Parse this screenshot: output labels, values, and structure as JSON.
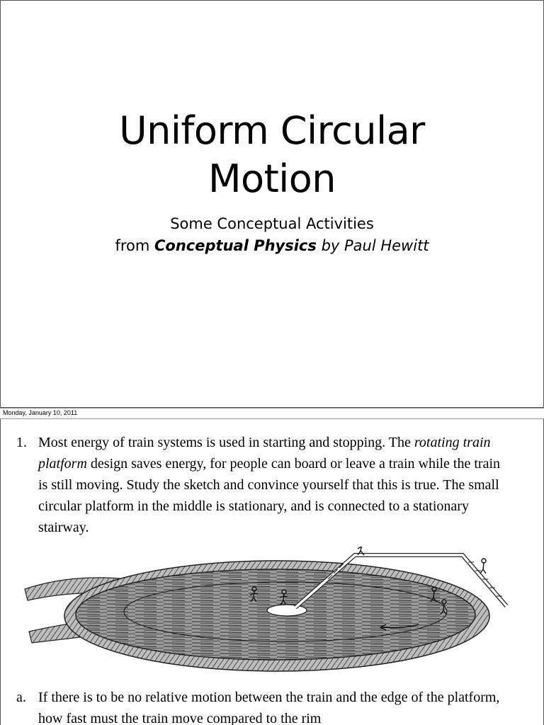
{
  "slide1": {
    "title_line1": "Uniform Circular",
    "title_line2": "Motion",
    "subtitle_line1": "Some Conceptual Activities",
    "subtitle_from": "from",
    "subtitle_book": "Conceptual Physics",
    "subtitle_by": "by Paul Hewitt"
  },
  "footer": {
    "date": "Monday, January 10, 2011"
  },
  "slide2": {
    "q1_number": "1.",
    "q1_text_before": "Most energy of train systems is used in starting and stopping. The",
    "q1_italic": "rotating train platform",
    "q1_text_after": "design saves energy, for people can board or leave a train while the train is still moving. Study the sketch and convince yourself that this is true. The small circular platform in the middle is stationary, and is connected to a stationary stairway.",
    "qa_number": "a.",
    "qa_text": "If there is to be no relative motion between the train and the edge of the platform, how fast must the train move compared to the rim"
  }
}
